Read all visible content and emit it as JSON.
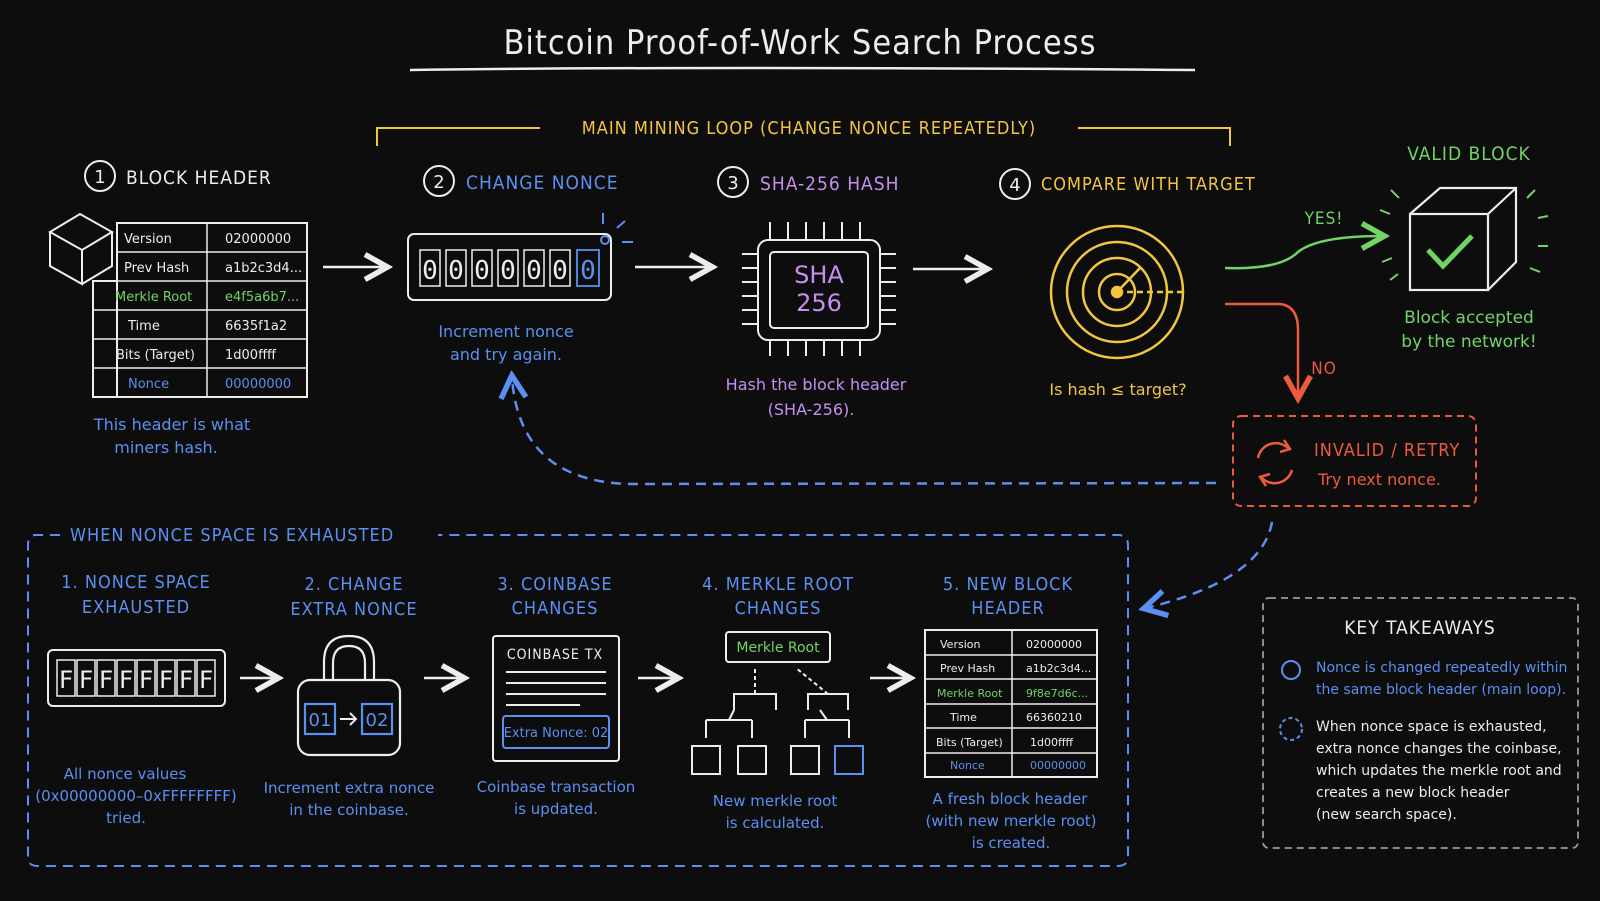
{
  "title": "Bitcoin Proof-of-Work Search Process",
  "main_loop_label": "MAIN MINING LOOP (CHANGE NONCE REPEATEDLY)",
  "steps": {
    "block_header": {
      "num": "1",
      "title": "BLOCK HEADER",
      "rows": [
        {
          "label": "Version",
          "value": "02000000"
        },
        {
          "label": "Prev Hash",
          "value": "a1b2c3d4..."
        },
        {
          "label": "Merkle Root",
          "value": "e4f5a6b7..."
        },
        {
          "label": "Time",
          "value": "6635f1a2"
        },
        {
          "label": "Bits (Target)",
          "value": "1d00ffff"
        },
        {
          "label": "Nonce",
          "value": "00000000"
        }
      ],
      "caption_1": "This header is what",
      "caption_2": "miners hash."
    },
    "change_nonce": {
      "num": "2",
      "title": "CHANGE NONCE",
      "digits": [
        "0",
        "0",
        "0",
        "0",
        "0",
        "0",
        "0"
      ],
      "caption_1": "Increment nonce",
      "caption_2": "and try again."
    },
    "sha256": {
      "num": "3",
      "title": "SHA-256 HASH",
      "chip_line1": "SHA",
      "chip_line2": "256",
      "caption_1": "Hash the block header",
      "caption_2": "(SHA-256)."
    },
    "compare": {
      "num": "4",
      "title": "COMPARE WITH TARGET",
      "caption": "Is hash ≤ target?"
    }
  },
  "valid_block": {
    "title": "VALID BLOCK",
    "yes_label": "YES!",
    "caption_1": "Block accepted",
    "caption_2": "by the network!"
  },
  "invalid": {
    "no_label": "NO",
    "title": "INVALID / RETRY",
    "subtitle": "Try next nonce."
  },
  "exhausted_section": {
    "label": "WHEN NONCE SPACE IS EXHAUSTED",
    "steps": [
      {
        "title_1": "1. NONCE SPACE",
        "title_2": "EXHAUSTED",
        "digits": [
          "F",
          "F",
          "F",
          "F",
          "F",
          "F",
          "F",
          "F"
        ],
        "caption_1": "All nonce values",
        "caption_2": "(0x00000000–0xFFFFFFFF)",
        "caption_3": "tried."
      },
      {
        "title_1": "2. CHANGE",
        "title_2": "EXTRA NONCE",
        "lock_from": "01",
        "lock_to": "02",
        "caption_1": "Increment extra nonce",
        "caption_2": "in the coinbase."
      },
      {
        "title_1": "3. COINBASE",
        "title_2": "CHANGES",
        "tx_title": "COINBASE TX",
        "extra_nonce": "Extra Nonce: 02",
        "caption_1": "Coinbase transaction",
        "caption_2": "is updated."
      },
      {
        "title_1": "4. MERKLE ROOT",
        "title_2": "CHANGES",
        "root_label": "Merkle Root",
        "caption_1": "New merkle root",
        "caption_2": "is calculated."
      },
      {
        "title_1": "5. NEW BLOCK",
        "title_2": "HEADER",
        "rows": [
          {
            "label": "Version",
            "value": "02000000"
          },
          {
            "label": "Prev Hash",
            "value": "a1b2c3d4..."
          },
          {
            "label": "Merkle Root",
            "value": "9f8e7d6c..."
          },
          {
            "label": "Time",
            "value": "66360210"
          },
          {
            "label": "Bits (Target)",
            "value": "1d00ffff"
          },
          {
            "label": "Nonce",
            "value": "00000000"
          }
        ],
        "caption_1": "A fresh block header",
        "caption_2": "(with new merkle root)",
        "caption_3": "is created."
      }
    ]
  },
  "takeaways": {
    "title": "KEY TAKEAWAYS",
    "item1_1": "Nonce is changed repeatedly within",
    "item1_2": "the same block header (main loop).",
    "item2_1": "When nonce space is exhausted,",
    "item2_2": "extra nonce changes the coinbase,",
    "item2_3": "which updates the merkle root and",
    "item2_4": "creates a new block header",
    "item2_5": "(new search space)."
  },
  "colors": {
    "white": "#ededed",
    "blue": "#5b8ff0",
    "purple": "#c58ff0",
    "yellow": "#f2c640",
    "green": "#72d466",
    "red": "#ee5a3f",
    "gray": "#9a9a9a"
  }
}
